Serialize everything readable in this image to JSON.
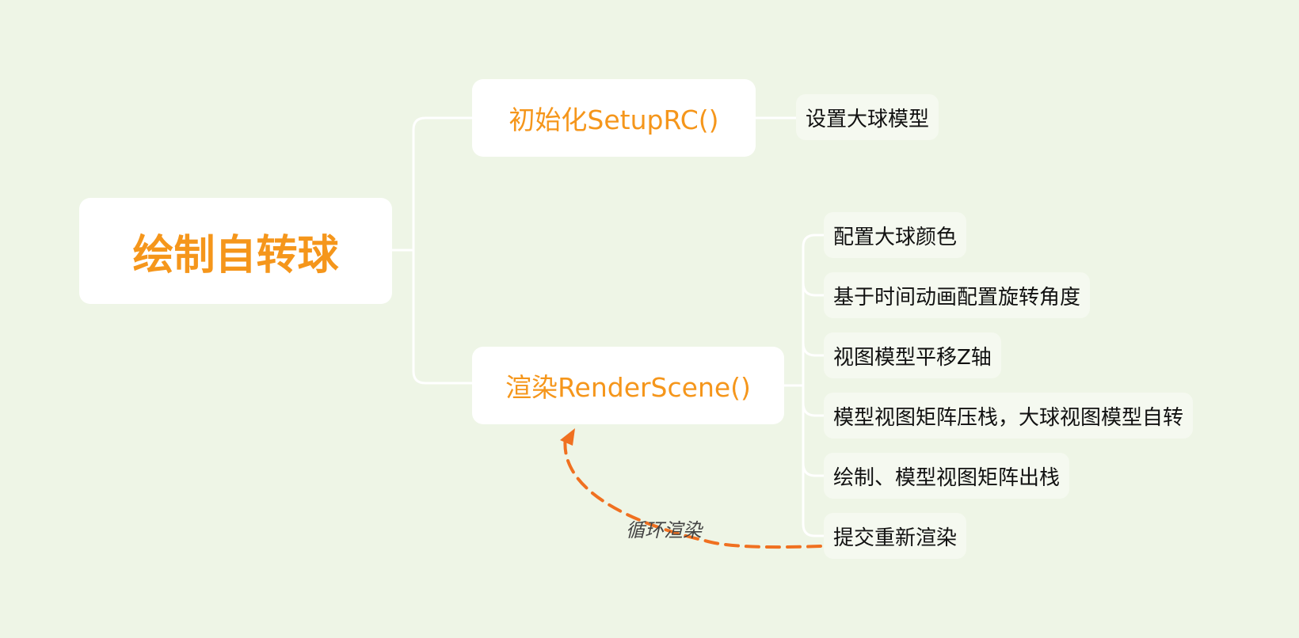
{
  "diagram": {
    "root": {
      "label": "绘制自转球"
    },
    "branches": [
      {
        "label": "初始化SetupRC()",
        "children": [
          "设置大球模型"
        ]
      },
      {
        "label": "渲染RenderScene()",
        "children": [
          "配置大球颜色",
          "基于时间动画配置旋转角度",
          "视图模型平移Z轴",
          "模型视图矩阵压栈，大球视图模型自转",
          "绘制、模型视图矩阵出栈",
          "提交重新渲染"
        ]
      }
    ],
    "loop": {
      "label": "循环渲染"
    }
  },
  "colors": {
    "background": "#EEF5E6",
    "node_fill": "#FFFFFF",
    "leaf_fill": "#F5F9F0",
    "accent_text": "#F5961B",
    "connector": "#FFFFFF",
    "loop_arrow": "#F07020"
  }
}
